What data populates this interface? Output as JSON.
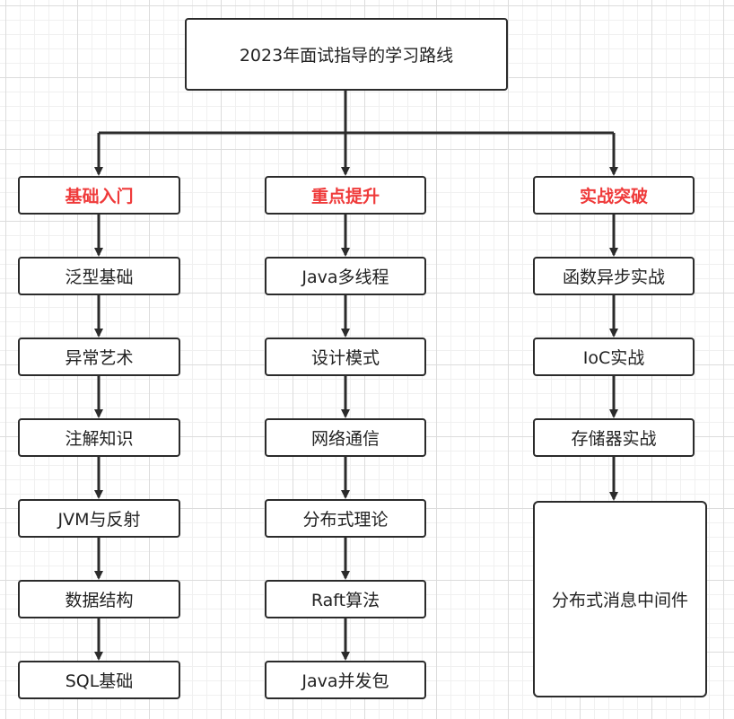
{
  "root": "2023年面试指导的学习路线",
  "columns": [
    {
      "header": "基础入门",
      "items": [
        "泛型基础",
        "异常艺术",
        "注解知识",
        "JVM与反射",
        "数据结构",
        "SQL基础"
      ]
    },
    {
      "header": "重点提升",
      "items": [
        "Java多线程",
        "设计模式",
        "网络通信",
        "分布式理论",
        "Raft算法",
        "Java并发包"
      ]
    },
    {
      "header": "实战突破",
      "items": [
        "函数异步实战",
        "IoC实战",
        "存储器实战",
        "分布式消息中间件"
      ]
    }
  ],
  "colors": {
    "header_text": "#ef3a3a",
    "border": "#2b2b2b"
  }
}
